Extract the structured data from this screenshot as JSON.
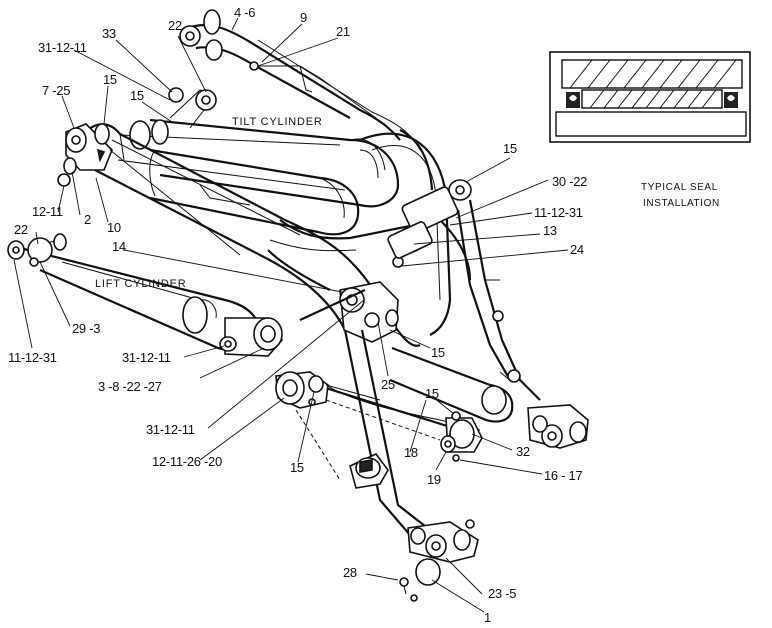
{
  "labels": {
    "tilt_cylinder": "TILT CYLINDER",
    "lift_cylinder": "LIFT CYLINDER",
    "seal_caption_line1": "TYPICAL SEAL",
    "seal_caption_line2": "INSTALLATION"
  },
  "callouts": [
    "4 -6",
    "9",
    "21",
    "22",
    "33",
    "31-12-11",
    "7 -25",
    "15",
    "15",
    "15",
    "30 -22",
    "11-12-31",
    "13",
    "24",
    "12-11",
    "2",
    "10",
    "22",
    "14",
    "29 -3",
    "11-12-31",
    "31-12-11",
    "3 -8 -22 -27",
    "15",
    "25",
    "31-12-11",
    "12-11-26 -20",
    "15",
    "18",
    "15",
    "32",
    "19",
    "16 - 17",
    "28",
    "23 -5",
    "1"
  ]
}
